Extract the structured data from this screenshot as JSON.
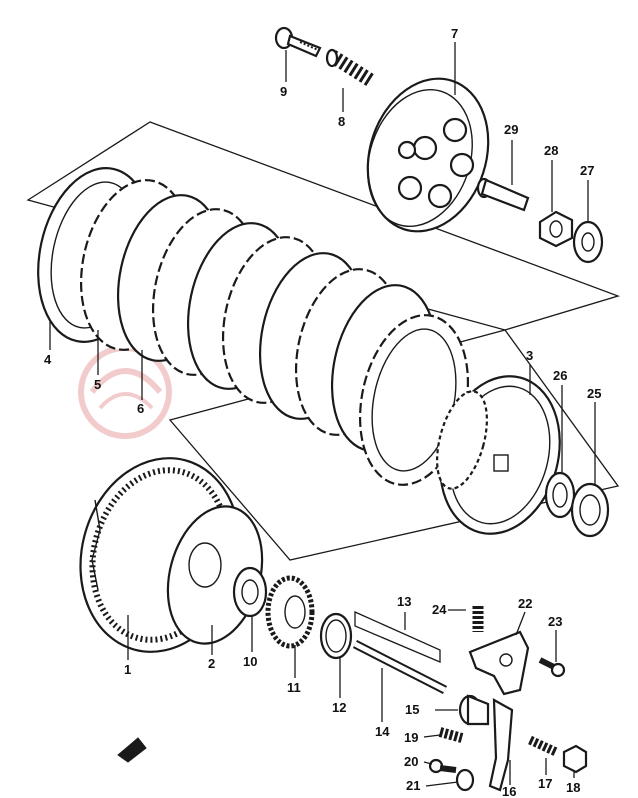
{
  "diagram": {
    "labels": [
      "1",
      "2",
      "3",
      "4",
      "5",
      "6",
      "7",
      "8",
      "9",
      "10",
      "11",
      "12",
      "13",
      "14",
      "15",
      "16",
      "17",
      "18",
      "19",
      "20",
      "21",
      "22",
      "23",
      "24",
      "25",
      "26",
      "27",
      "28",
      "29"
    ],
    "colors": {
      "ink": "#1a1a1a",
      "watermark": "#e8a3a3",
      "background": "#ffffff"
    }
  }
}
